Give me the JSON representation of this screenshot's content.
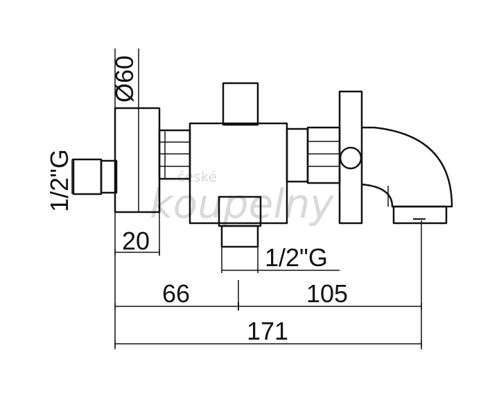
{
  "colors": {
    "line": "#111111",
    "watermark": "#d9d9d9"
  },
  "watermark": {
    "small": "české",
    "large": "koupelny"
  },
  "dimensions": {
    "diameter": "Ø60",
    "inlet_thread_left": "1/2\"G",
    "flange_depth": "20",
    "outlet_thread_bottom": "1/2\"G",
    "to_outlet_axis": "66",
    "to_spout": "105",
    "overall": "171"
  }
}
